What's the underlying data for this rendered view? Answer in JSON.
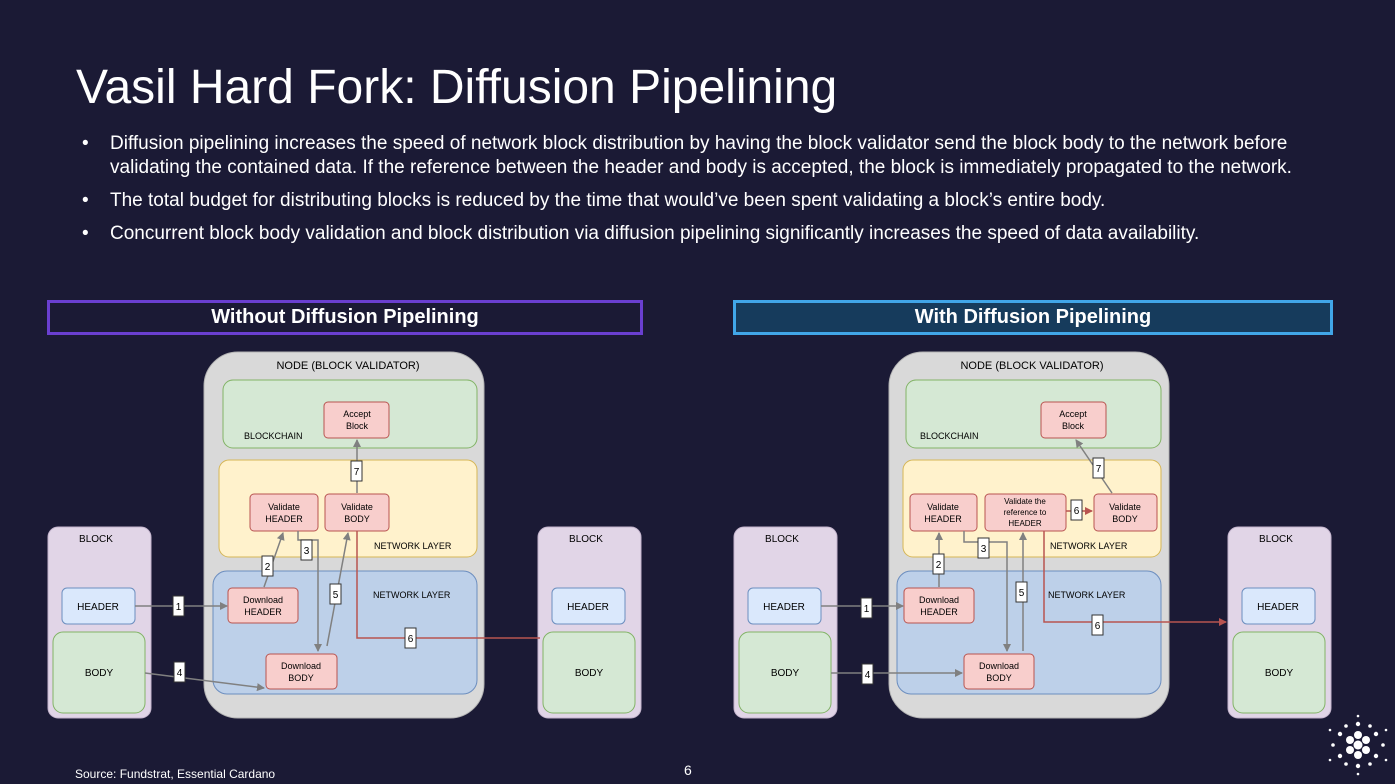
{
  "title": "Vasil Hard Fork: Diffusion Pipelining",
  "bullets": [
    "Diffusion pipelining increases the speed of network block distribution by having the block validator send the block body to the network before validating the contained data. If the reference between the header and body is accepted, the block is immediately propagated to the network.",
    "The total budget for distributing blocks is reduced by the time that would’ve been spent validating a block’s entire body.",
    "Concurrent block body validation and block distribution via diffusion pipelining significantly increases the speed of data availability."
  ],
  "left_panel": {
    "label": "Without Diffusion Pipelining",
    "node_title": "NODE (BLOCK VALIDATOR)",
    "blockchain_label": "BLOCKCHAIN",
    "accept_block": [
      "Accept",
      "Block"
    ],
    "network_layer_top": "NETWORK LAYER",
    "network_layer_bottom": "NETWORK LAYER",
    "validate_header": [
      "Validate",
      "HEADER"
    ],
    "validate_body": [
      "Validate",
      "BODY"
    ],
    "download_header": [
      "Download",
      "HEADER"
    ],
    "download_body": [
      "Download",
      "BODY"
    ],
    "block_in": {
      "title": "BLOCK",
      "header": "HEADER",
      "body": "BODY"
    },
    "block_out": {
      "title": "BLOCK",
      "header": "HEADER",
      "body": "BODY"
    },
    "steps": [
      "1",
      "2",
      "3",
      "4",
      "5",
      "6",
      "7"
    ]
  },
  "right_panel": {
    "label": "With Diffusion Pipelining",
    "node_title": "NODE (BLOCK VALIDATOR)",
    "blockchain_label": "BLOCKCHAIN",
    "accept_block": [
      "Accept",
      "Block"
    ],
    "network_layer_top": "NETWORK LAYER",
    "network_layer_bottom": "NETWORK LAYER",
    "validate_header": [
      "Validate",
      "HEADER"
    ],
    "validate_reference": [
      "Validate the",
      "reference to",
      "HEADER"
    ],
    "validate_body": [
      "Validate",
      "BODY"
    ],
    "download_header": [
      "Download",
      "HEADER"
    ],
    "download_body": [
      "Download",
      "BODY"
    ],
    "block_in": {
      "title": "BLOCK",
      "header": "HEADER",
      "body": "BODY"
    },
    "block_out": {
      "title": "BLOCK",
      "header": "HEADER",
      "body": "BODY"
    },
    "steps": [
      "1",
      "2",
      "3",
      "4",
      "5",
      "6",
      "6",
      "7"
    ]
  },
  "source": "Source: Fundstrat, Essential Cardano",
  "page_number": "6",
  "colors": {
    "background": "#1b1a35",
    "node_bg": "#d9d9d9",
    "blockchain_bg": "#d5e8d4",
    "network_top_bg": "#fff2cc",
    "network_bottom_bg": "#bdd0e9",
    "process_box": "#f8cecc",
    "block_bg": "#e1d5e7",
    "header_box": "#dae8fc",
    "body_box": "#d5e8d4",
    "arrow": "#808080",
    "red_arrow": "#b85450"
  },
  "logo_icon": "cardano-logo-icon"
}
